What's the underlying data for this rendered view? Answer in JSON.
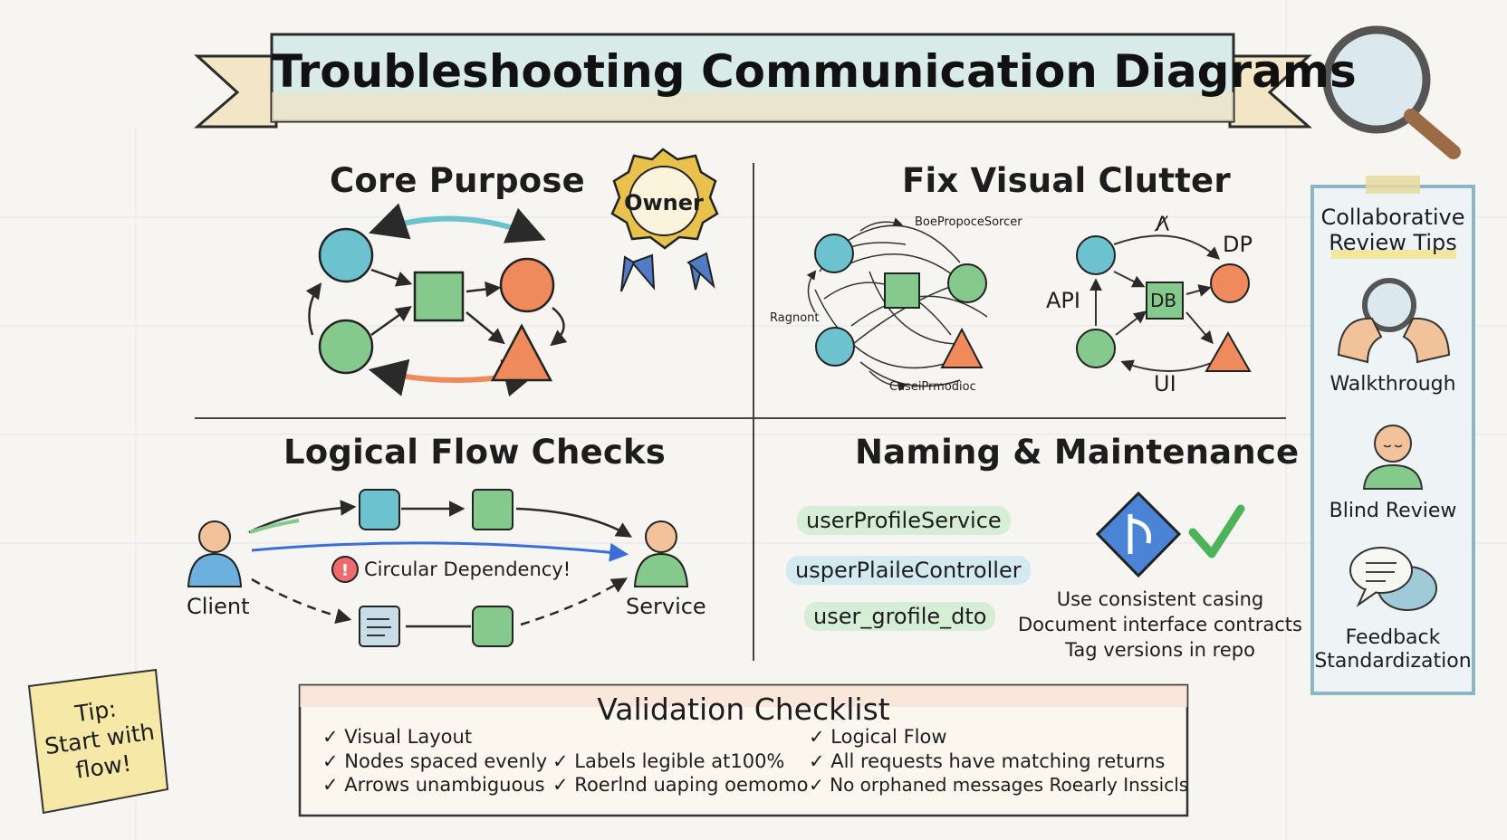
{
  "title": "Troubleshooting Communication Diagrams",
  "sections": {
    "core_purpose": {
      "heading": "Core Purpose",
      "badge": "Owner"
    },
    "visual_clutter": {
      "heading": "Fix Visual Clutter",
      "messy_labels": [
        "BoePropoceSorcer",
        "Ragnont",
        "CaseiPrmodioc"
      ],
      "clean_labels": {
        "top": "Λ̸",
        "right": "DP",
        "left": "API",
        "center": "DB",
        "bottom": "UI"
      }
    },
    "logical_flow": {
      "heading": "Logical Flow Checks",
      "client": "Client",
      "service": "Service",
      "warning": "Circular Dependency!"
    },
    "naming": {
      "heading": "Naming & Maintenance",
      "names": [
        "userProfileService",
        "usperPlaileController",
        "user_grofile_dto"
      ],
      "tips": [
        "Use consistent casing",
        "Document interface contracts",
        "Tag versions in repo"
      ]
    }
  },
  "sidebar": {
    "title_line1": "Collaborative",
    "title_line2": "Review Tips",
    "items": [
      {
        "label": "Walkthrough",
        "icon": "hands-magnifier-icon"
      },
      {
        "label": "Blind Review",
        "icon": "person-icon"
      },
      {
        "label_line1": "Feedback",
        "label_line2": "Standardization",
        "icon": "speech-bubbles-icon"
      }
    ]
  },
  "sticky_note": {
    "line1": "Tip:",
    "line2": "Start with",
    "line3": "flow!"
  },
  "checklist": {
    "title": "Validation Checklist",
    "col1": [
      "Visual Layout",
      "Nodes spaced evenly",
      "Arrows unambiguous"
    ],
    "col2": [
      "Labels legible at100%",
      "Roerlnd uaping oemomo"
    ],
    "col3": [
      "Logical Flow",
      "All requests have matching returns",
      "No orphaned messages Roearly Inssicls"
    ],
    "check_mark": "✓"
  },
  "colors": {
    "teal": "#6cc3cf",
    "green": "#86c98c",
    "orange": "#ee8a5c",
    "banner": "#d9ebe9",
    "ink": "#222222"
  }
}
